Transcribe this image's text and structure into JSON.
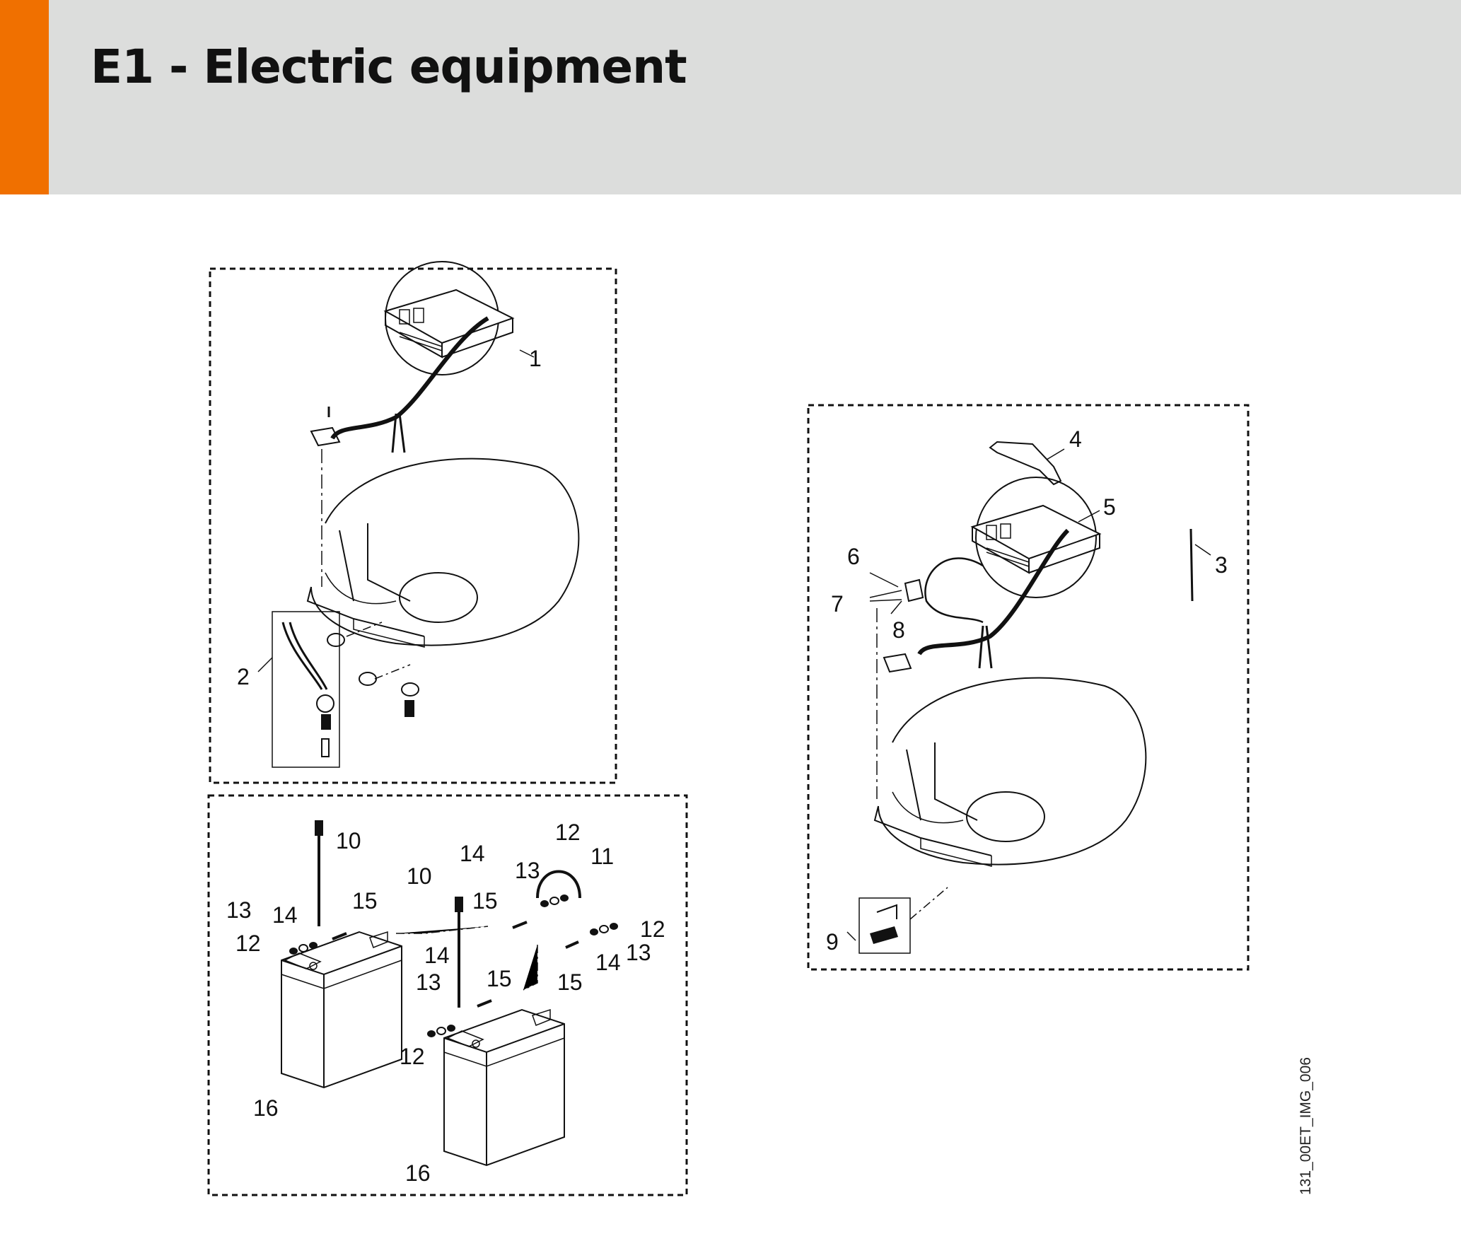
{
  "header": {
    "title": "E1 - Electric equipment",
    "accent_color": "#f07000",
    "background_color": "#dcdddc"
  },
  "image_code": "131_00ET_IMG_006",
  "callouts": {
    "panel_a": [
      "1",
      "2"
    ],
    "panel_b": [
      "10",
      "10",
      "11",
      "12",
      "12",
      "12",
      "12",
      "13",
      "13",
      "13",
      "13",
      "14",
      "14",
      "14",
      "14",
      "15",
      "15",
      "15",
      "15",
      "16",
      "16"
    ],
    "panel_c": [
      "3",
      "4",
      "5",
      "6",
      "7",
      "8",
      "9"
    ]
  }
}
